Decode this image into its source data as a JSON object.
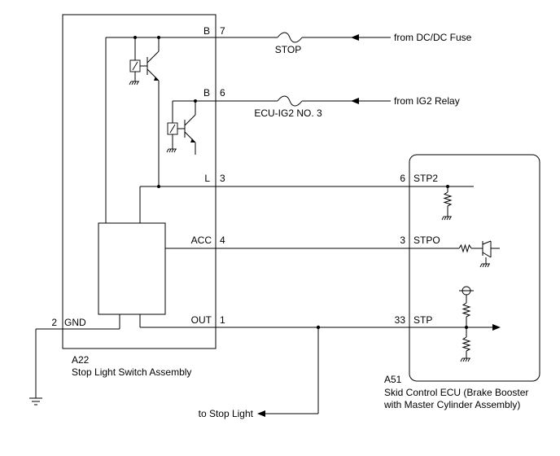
{
  "inputs": {
    "dcdc_source": "from DC/DC Fuse",
    "ig2_source": "from IG2 Relay"
  },
  "fuses": {
    "stop": "STOP",
    "ecu_ig2": "ECU-IG2 NO. 3"
  },
  "a22": {
    "code": "A22",
    "name": "Stop Light Switch Assembly",
    "pins": [
      {
        "signal": "B",
        "number": "7"
      },
      {
        "signal": "B",
        "number": "6"
      },
      {
        "signal": "L",
        "number": "3"
      },
      {
        "signal": "ACC",
        "number": "4"
      },
      {
        "signal": "OUT",
        "number": "1"
      },
      {
        "signal": "GND",
        "number": "2"
      }
    ]
  },
  "a51": {
    "code": "A51",
    "name_line1": "Skid Control ECU (Brake Booster",
    "name_line2": "with Master Cylinder Assembly)",
    "pins": [
      {
        "number": "6",
        "signal": "STP2"
      },
      {
        "number": "3",
        "signal": "STPO"
      },
      {
        "number": "33",
        "signal": "STP"
      }
    ]
  },
  "outputs": {
    "stop_light": "to Stop Light"
  }
}
